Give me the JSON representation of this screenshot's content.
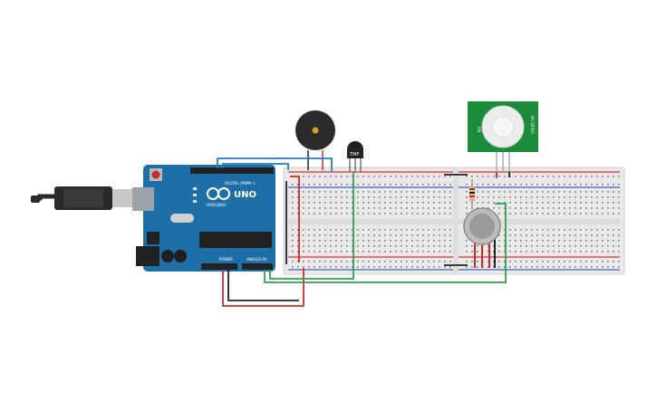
{
  "canvas": {
    "background": "#ffffff"
  },
  "arduino": {
    "brand": "UNO",
    "logo_text": "ARDUINO",
    "digital_header_label": "DIGITAL (PWM~)",
    "power_header_label": "POWER",
    "analog_header_label": "ANALOG IN",
    "board_color": "#1e6fa8",
    "usb_color": "#9aa2a8"
  },
  "usb_cable": {
    "plug_color": "#c8c8c8",
    "cable_color": "#2a2a2a"
  },
  "breadboard": {
    "body_color": "#e9e9e9",
    "rail_red": "#d93030",
    "rail_blue": "#3a5fd0",
    "hole_color": "#777777"
  },
  "buzzer": {
    "body_color": "#2b2b2b",
    "center_color": "#d8a020"
  },
  "temperature_sensor": {
    "label": "TMP",
    "body_color": "#222222"
  },
  "pir_sensor": {
    "left_label": "PIR",
    "right_label": "HC-SR501",
    "board_color": "#1a8c3a",
    "dome_color": "#ececec"
  },
  "gas_sensor": {
    "body_color": "#bcbcbc",
    "mesh_color": "#9a9a9a"
  },
  "resistor": {
    "body_color": "#d8b890"
  },
  "wires": {
    "red": "#d62a2a",
    "black": "#222222",
    "blue": "#1f7fc8",
    "green": "#2ea44f"
  }
}
